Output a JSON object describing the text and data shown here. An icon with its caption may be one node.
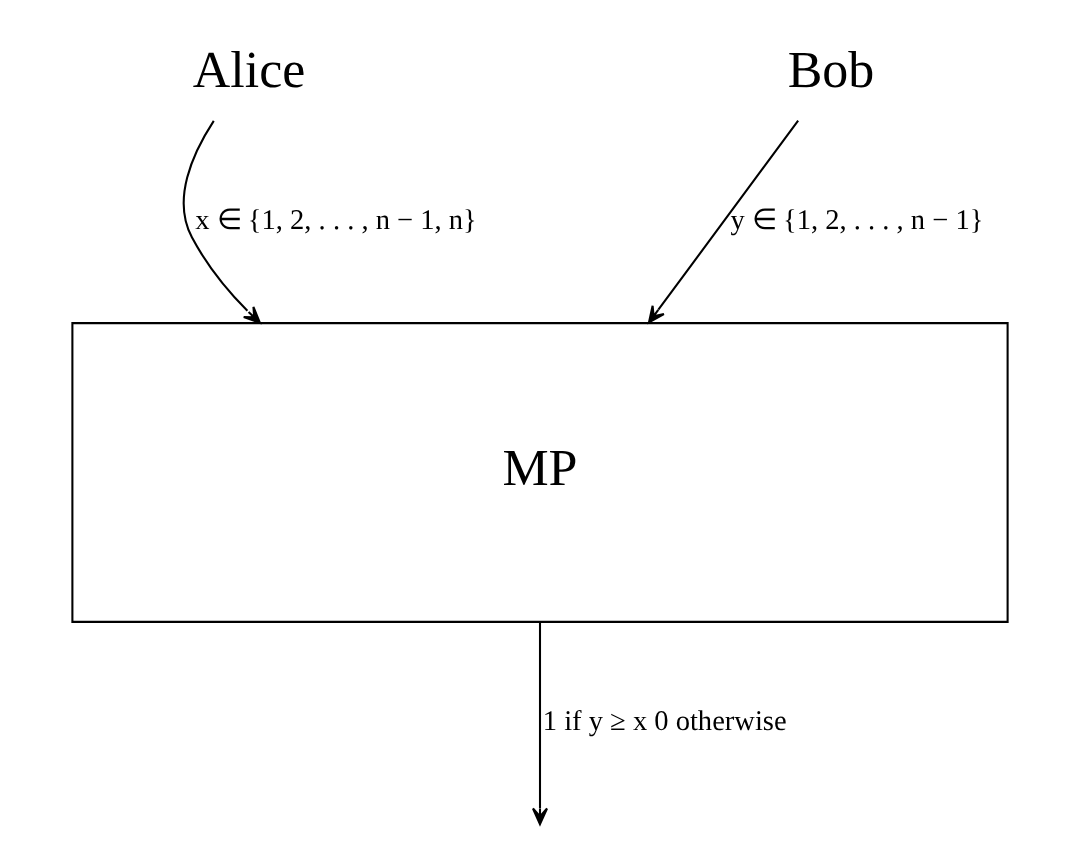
{
  "diagram": {
    "nodes": [
      {
        "text": [
          "Alice"
        ]
      },
      {
        "text": [
          "Bob"
        ]
      },
      {
        "text": [
          "MP"
        ]
      }
    ],
    "edges": [
      {
        "from": 0,
        "to": 2,
        "arrow": "to",
        "label": "x ∈ {1, 2, . . . , n − 1, n}"
      },
      {
        "from": 1,
        "to": 2,
        "arrow": "to",
        "label": "y ∈ {1, 2, . . . , n − 1}"
      },
      {
        "from": 2,
        "to": null,
        "arrow": "to",
        "label": "1 if y ≥ x 0 otherwise"
      }
    ]
  }
}
